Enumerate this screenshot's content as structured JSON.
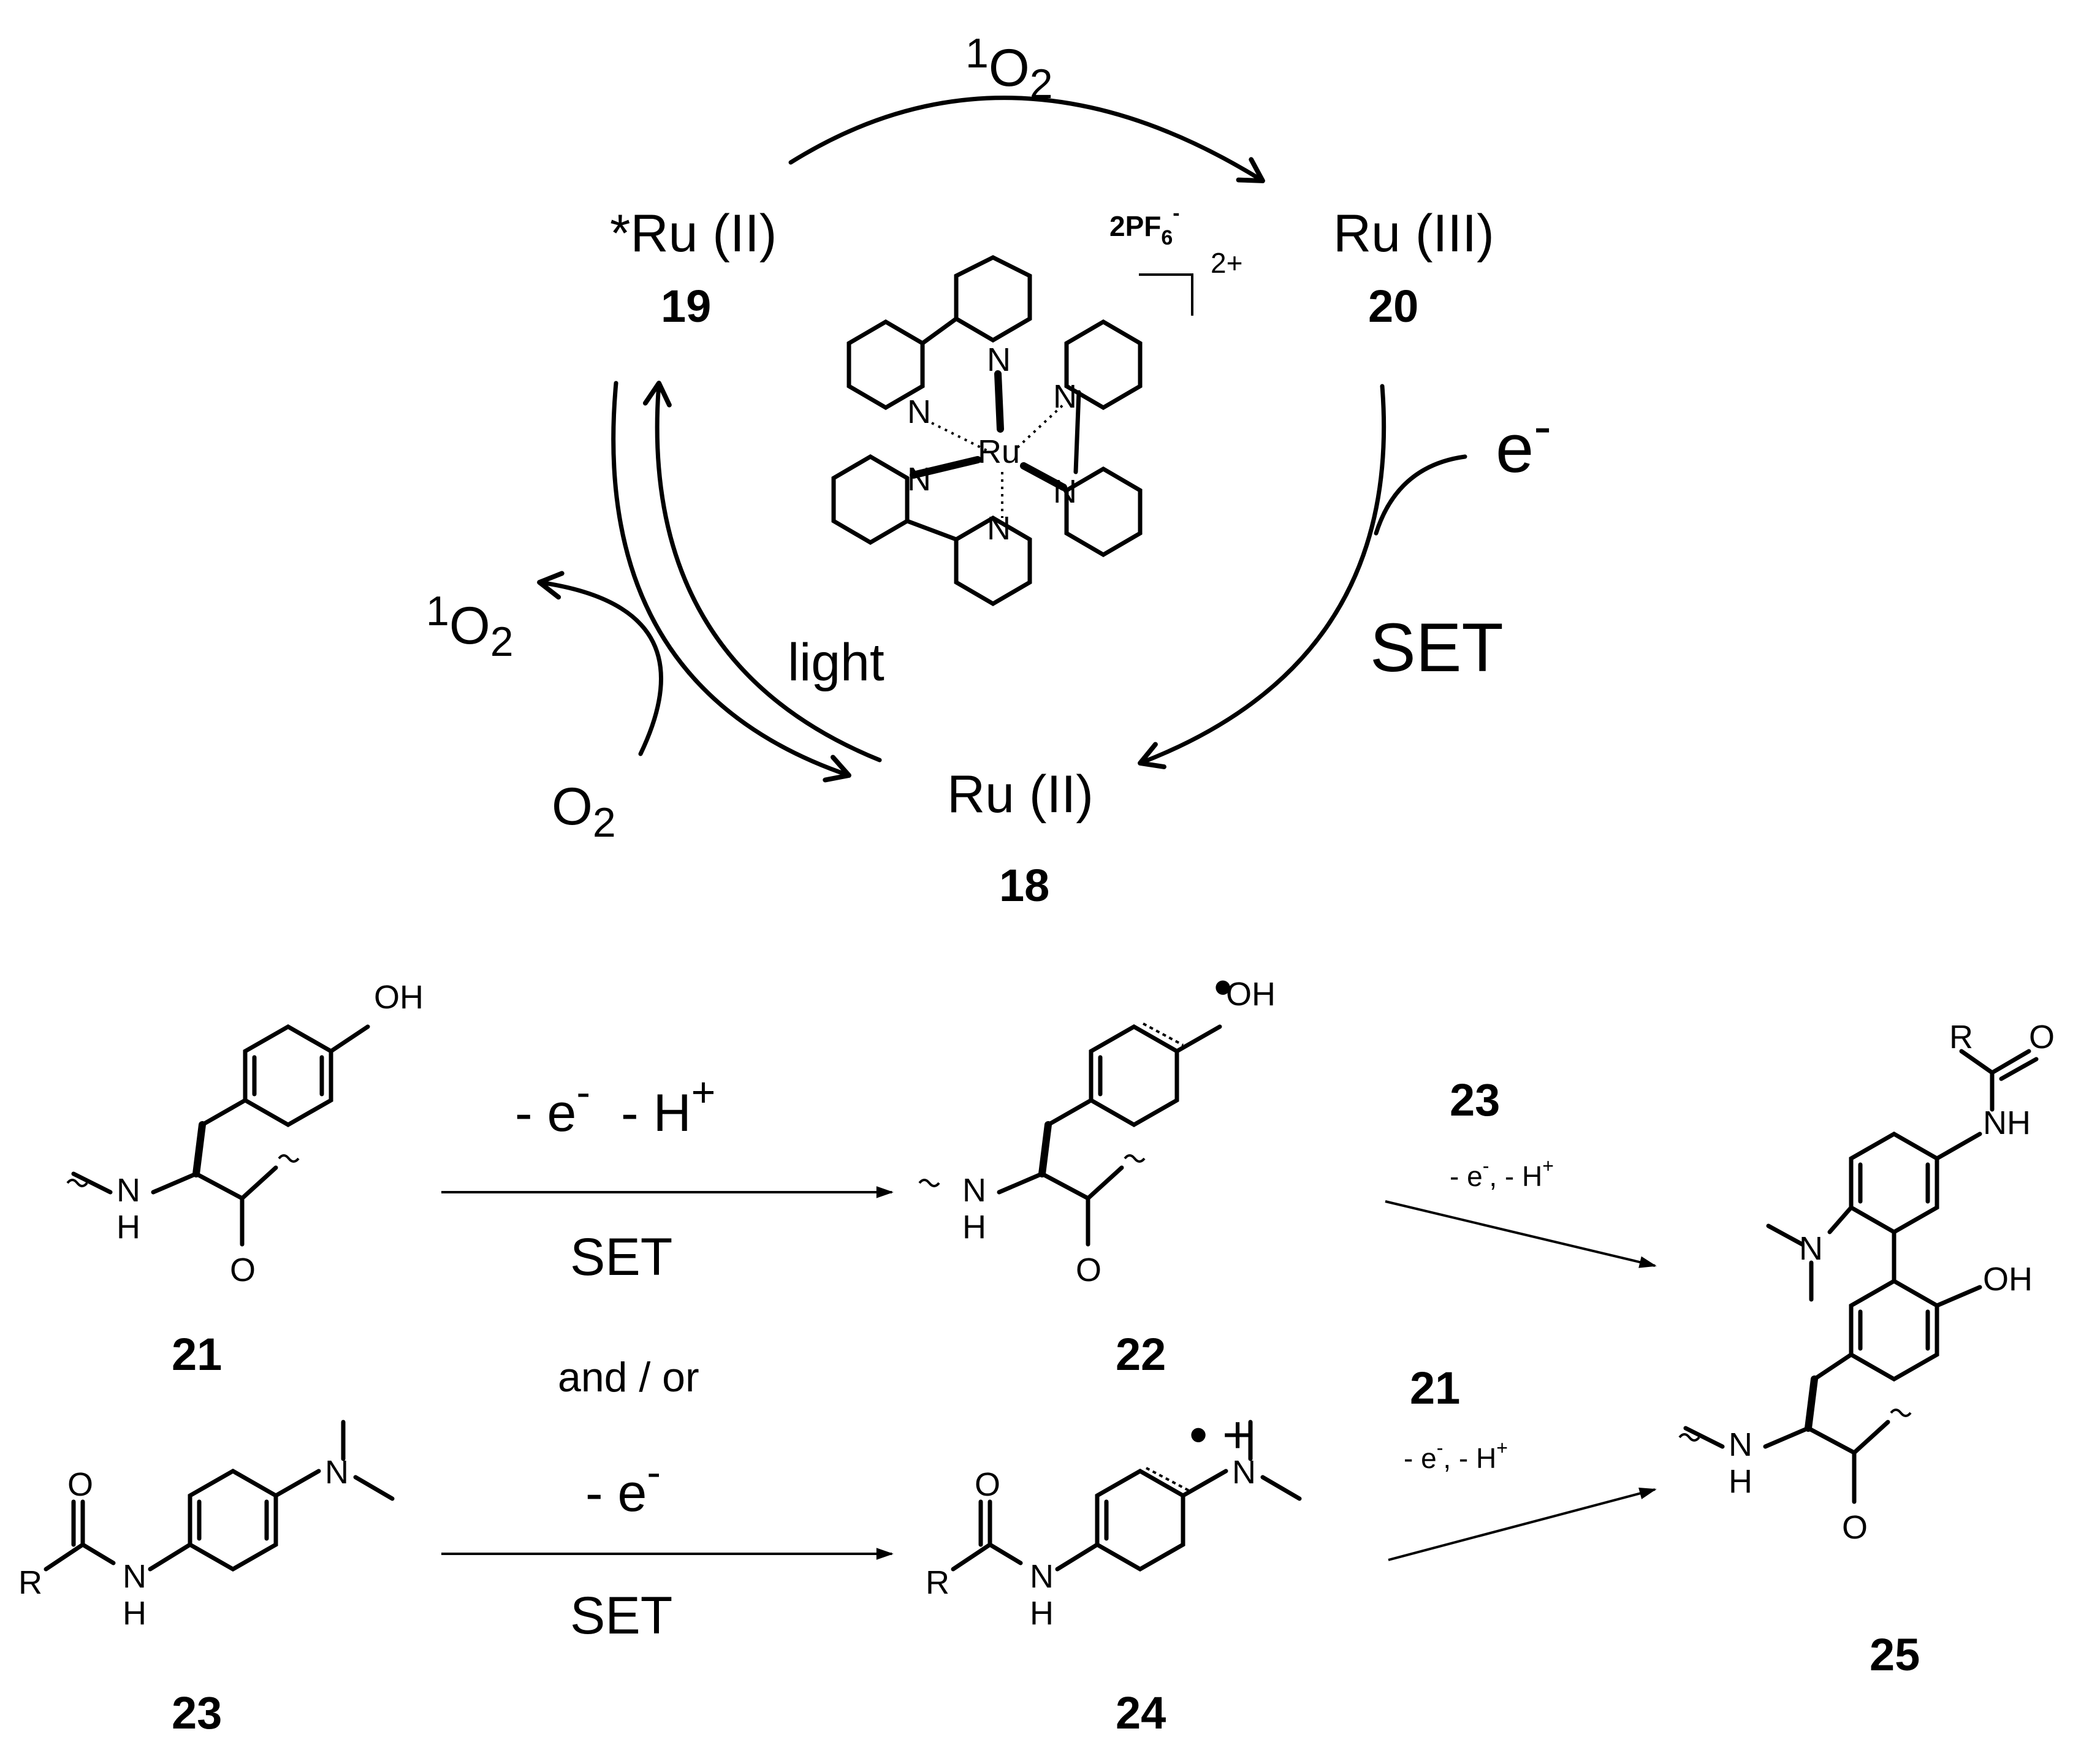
{
  "cycle": {
    "o2_top": {
      "sup": "1",
      "main": "O",
      "sub": "2"
    },
    "excited": {
      "label": "*Ru (II)",
      "number": "19"
    },
    "oxidized": {
      "label": "Ru (III)",
      "number": "20"
    },
    "ground": {
      "label": "Ru (II)",
      "number": "18"
    },
    "counterion": {
      "main": "2PF",
      "sub": "6",
      "sup": "-"
    },
    "charge": "2+",
    "electron": {
      "main": "e",
      "sup": "-"
    },
    "set": "SET",
    "light": "light",
    "o2_out": {
      "sup": "1",
      "main": "O",
      "sub": "2"
    },
    "o2_in": {
      "main": "O",
      "sub": "2"
    },
    "metal": "Ru",
    "ligand_atom": "N"
  },
  "reactions": {
    "top_conditions": {
      "e": "- e",
      "e_sup": "-",
      "h": "- H",
      "h_sup": "+",
      "set": "SET"
    },
    "and_or": "and / or",
    "bottom_conditions": {
      "e": "- e",
      "e_sup": "-",
      "set": "SET"
    },
    "to25_top": {
      "reagent": "23",
      "cond": "- e",
      "cond_sup": "-",
      "cond2": ", - H",
      "cond2_sup": "+"
    },
    "to25_bottom": {
      "reagent": "21",
      "cond": "- e",
      "cond_sup": "-",
      "cond2": ", - H",
      "cond2_sup": "+"
    }
  },
  "compounds": {
    "c21": {
      "number": "21",
      "oh": "OH",
      "nh_n": "N",
      "nh_h": "H",
      "o": "O"
    },
    "c22": {
      "number": "22",
      "oh": "OH",
      "nh_n": "N",
      "nh_h": "H",
      "o": "O",
      "radical": "•"
    },
    "c23": {
      "number": "23",
      "n": "N",
      "o": "O",
      "r": "R",
      "nh_n": "N",
      "nh_h": "H"
    },
    "c24": {
      "number": "24",
      "n": "N",
      "o": "O",
      "r": "R",
      "nh_n": "N",
      "nh_h": "H",
      "radical_cation": "• +"
    },
    "c25": {
      "number": "25",
      "r": "R",
      "o": "O",
      "nh": "NH",
      "n": "N",
      "oh": "OH",
      "nh_n": "N",
      "nh_h": "H",
      "o2": "O"
    }
  }
}
